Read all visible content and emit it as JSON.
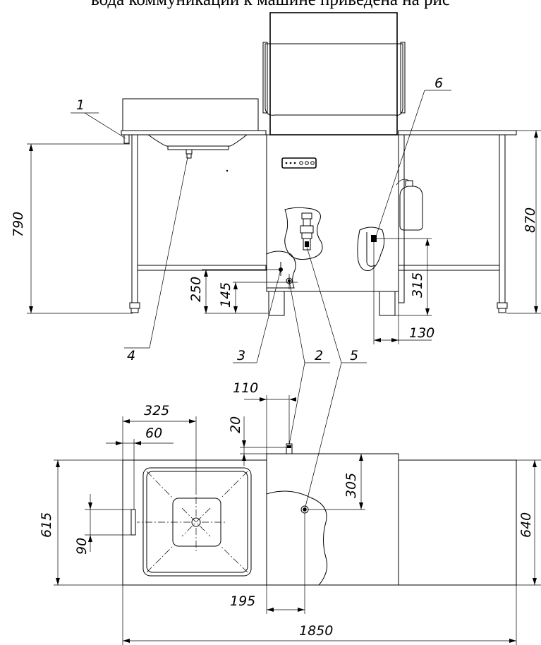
{
  "caption": "вода коммуникаций к машине приведена на рис",
  "front_view": {
    "callouts": [
      "1",
      "2",
      "3",
      "4",
      "5",
      "6"
    ],
    "dimensions": {
      "table_height_left": "790",
      "table_height_right": "870",
      "drain_height": "250",
      "water_inlet_height": "145",
      "right_connection_height": "315",
      "right_connection_offset": "130"
    }
  },
  "top_view": {
    "dimensions": {
      "sink_width": "325",
      "sink_offset": "60",
      "inlet_offset_x": "110",
      "inlet_offset_y": "20",
      "connection_depth": "305",
      "depth_left": "615",
      "depth_right": "640",
      "sink_holder_offset": "90",
      "connection_offset_x": "195",
      "total_length": "1850"
    }
  }
}
